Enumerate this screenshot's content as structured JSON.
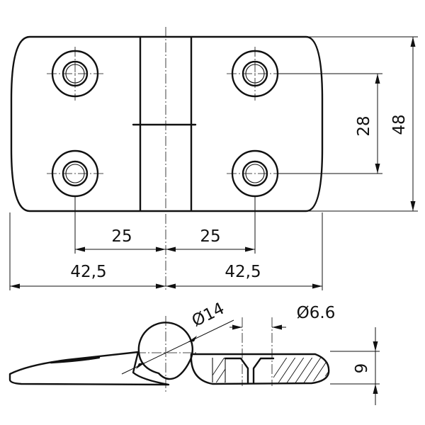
{
  "drawing": {
    "dimensions": {
      "hole_spacing_left": "25",
      "hole_spacing_right": "25",
      "half_width_left": "42,5",
      "half_width_right": "42,5",
      "hole_pitch_vertical": "28",
      "overall_height": "48",
      "knuckle_diameter": "Ø14",
      "hole_diameter": "Ø6.6",
      "thickness": "9"
    }
  }
}
